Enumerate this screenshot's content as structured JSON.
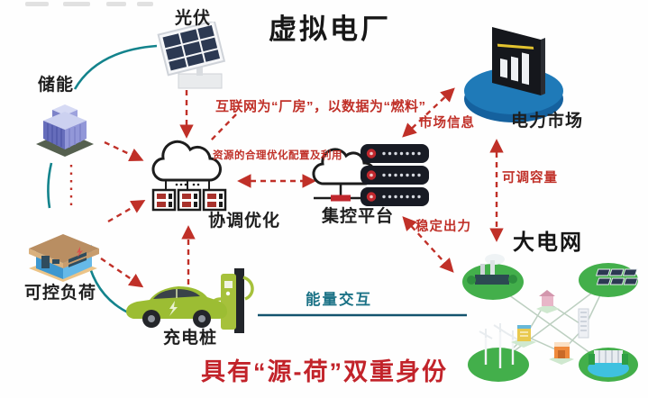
{
  "title": "虚拟电厂",
  "nodes": {
    "pv": {
      "label": "光伏"
    },
    "storage": {
      "label": "储能"
    },
    "load": {
      "label": "可控负荷"
    },
    "charger": {
      "label": "充电桩"
    },
    "coordination": {
      "label": "协调优化"
    },
    "control_platform": {
      "label": "集控平台"
    },
    "power_market": {
      "label": "电力市场"
    },
    "main_grid": {
      "label": "大电网"
    }
  },
  "annotations": {
    "internet_slogan": "互联网为“厂房”，以数据为“燃料”",
    "resource_note": "资源的合理优化配置及利用",
    "market_info": "市场信息",
    "adjustable_capacity": "可调容量",
    "stable_output": "稳定出力",
    "energy_interaction": "能量交互",
    "bottom_slogan": "具有“源-荷”双重身份"
  },
  "colors": {
    "arrow_red": "#c03028",
    "text_red": "#c2232a",
    "teal_curve": "#13838c",
    "energy_line": "#14546e",
    "market_disk_blue": "#1f7ab8",
    "grid_green": "#43af4b",
    "car_green": "#9cbd33",
    "storage_purple": "#666dbb",
    "rack_dark": "#181b24"
  },
  "icons": {
    "pv": "solar-panel-icon",
    "storage": "battery-building-icon",
    "load": "house-icon",
    "charger": "ev-car-charging-icon",
    "coordination": "cloud-battery-icon",
    "control_platform": "cloud-server-rack-icon",
    "power_market": "market-chart-disk-icon",
    "main_grid": "grid-network-icon"
  }
}
